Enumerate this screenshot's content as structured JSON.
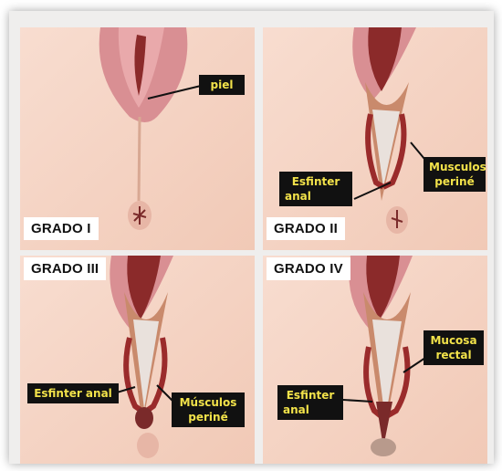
{
  "panels": [
    {
      "grade": "GRADO I",
      "labels": [
        {
          "lines": [
            "piel"
          ]
        }
      ]
    },
    {
      "grade": "GRADO II",
      "labels": [
        {
          "lines": [
            "Esfinter",
            "anal"
          ]
        },
        {
          "lines": [
            "Musculos",
            "periné"
          ]
        }
      ]
    },
    {
      "grade": "GRADO III",
      "labels": [
        {
          "lines": [
            "Esfinter anal"
          ]
        },
        {
          "lines": [
            "Músculos",
            "periné"
          ]
        }
      ]
    },
    {
      "grade": "GRADO IV",
      "labels": [
        {
          "lines": [
            "Mucosa",
            "rectal"
          ]
        },
        {
          "lines": [
            "Esfinter",
            "anal"
          ]
        }
      ]
    }
  ],
  "colors": {
    "skin": "#f6d6c7",
    "labia": "#d98f93",
    "tear": "#8b2a2a",
    "label_bg": "#111111",
    "label_text": "#f2e24a"
  }
}
